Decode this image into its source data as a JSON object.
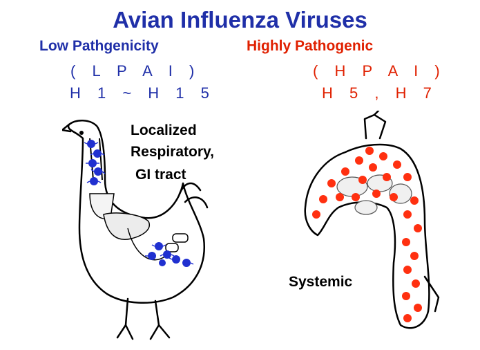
{
  "title": "Avian Influenza Viruses",
  "lpai": {
    "name": "Low Pathgenicity",
    "abbr": "( L P A I )",
    "subtypes": "H 1 ~ H 1 5",
    "site_lines": [
      "Localized",
      "Respiratory,",
      "GI tract"
    ]
  },
  "hpai": {
    "name": "Highly Pathogenic",
    "abbr": "( H P A I )",
    "subtypes": "H 5 , H 7",
    "site": "Systemic"
  },
  "colors": {
    "title": "#1f2fa8",
    "lpai_text": "#1f2fa8",
    "hpai_text": "#e02000",
    "lpai_virus": "#2030d0",
    "hpai_virus": "#ff3010"
  },
  "icons": {
    "lpai_bird": "chicken-illustration",
    "hpai_bird": "plucked-bird-illustration",
    "lpai_virus": "spiky-virus-particle",
    "hpai_virus": "spiky-virus-particle"
  }
}
